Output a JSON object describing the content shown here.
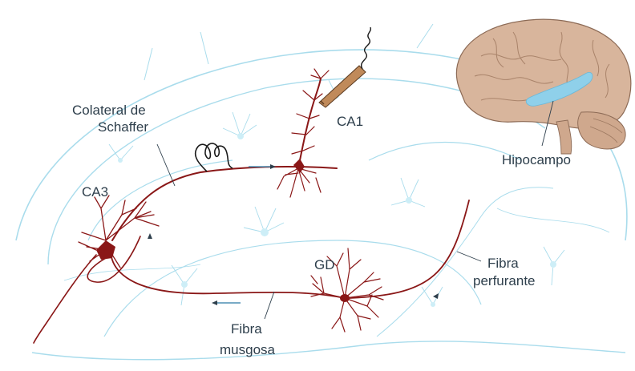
{
  "labels": {
    "colateral_line1": "Colateral de",
    "colateral_line2": "Schaffer",
    "ca1": "CA1",
    "ca3": "CA3",
    "gd": "GD",
    "fibra_perfurante_line1": "Fibra",
    "fibra_perfurante_line2": "perfurante",
    "fibra_musgosa_line1": "Fibra",
    "fibra_musgosa_line2": "musgosa",
    "hipocampo": "Hipocampo"
  },
  "colors": {
    "neuron": "#8a1717",
    "background_tissue": "#a9dcec",
    "label_text": "#2e3f4c",
    "brain": "#d7b59c",
    "hippocampus_highlight": "#8fd0ea"
  },
  "icons": [
    "stimulating-electrode-coil-icon",
    "recording-electrode-icon",
    "brain-icon"
  ]
}
